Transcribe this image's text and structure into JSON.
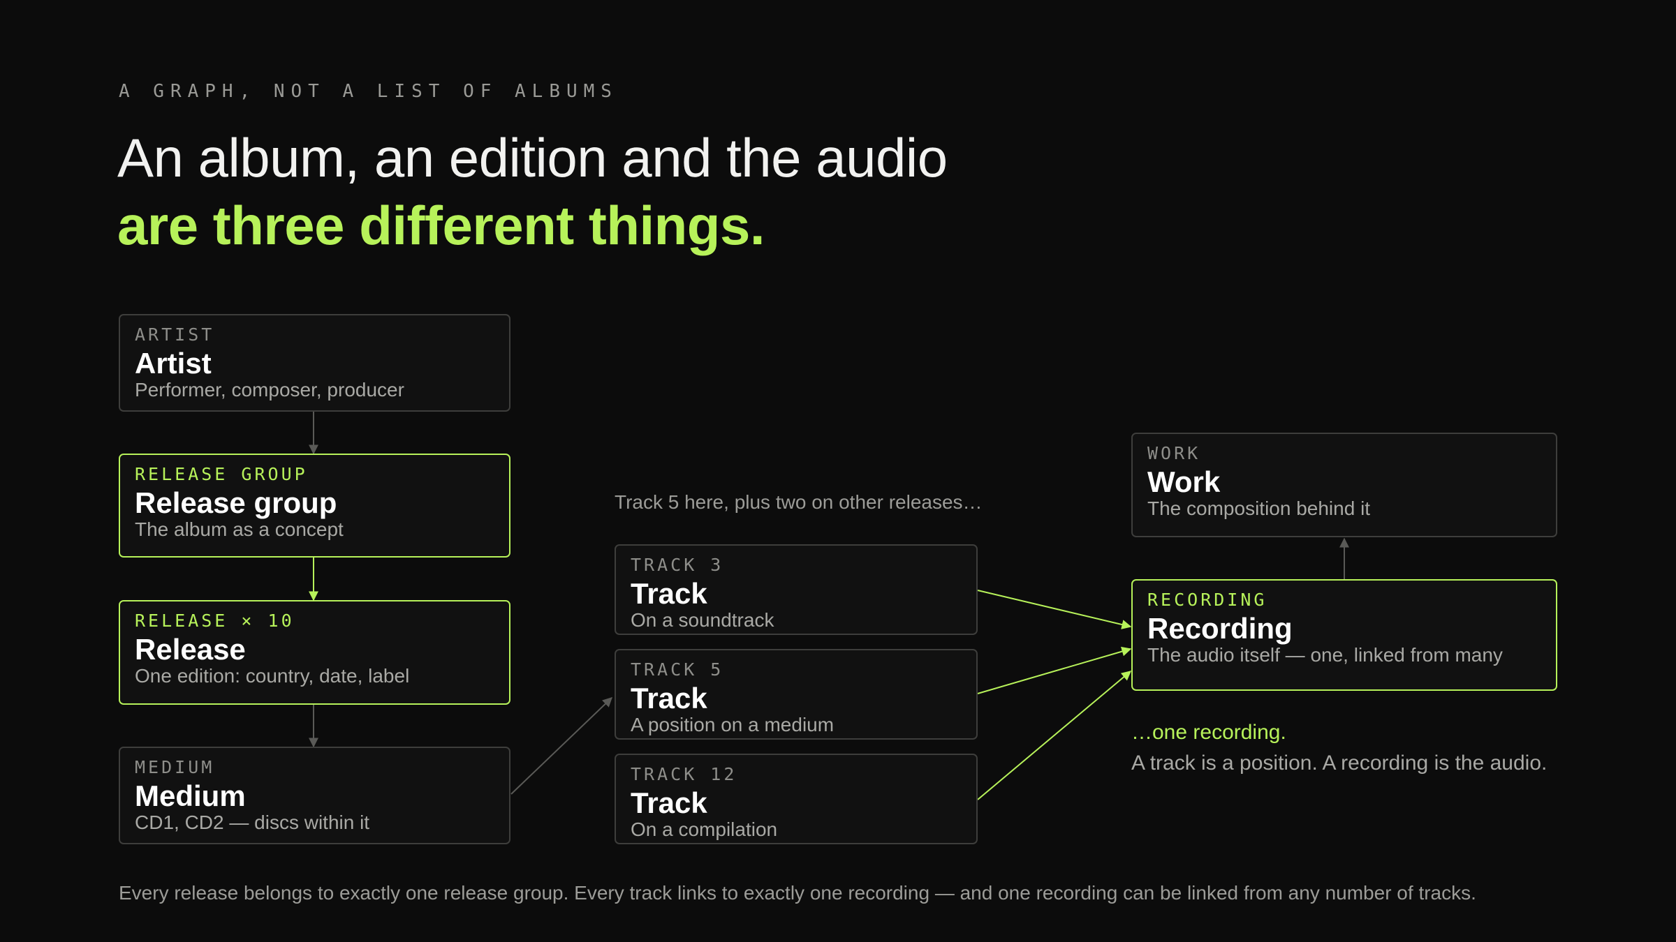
{
  "header": {
    "eyebrow": "A GRAPH, NOT A LIST OF ALBUMS",
    "title_line1": "An album, an edition and the audio",
    "title_line2": "are three different things."
  },
  "nodes": {
    "artist": {
      "kind": "ARTIST",
      "title": "Artist",
      "desc": "Performer, composer, producer"
    },
    "release_group": {
      "kind": "RELEASE GROUP",
      "title": "Release group",
      "desc": "The album as a concept"
    },
    "release": {
      "kind": "RELEASE × 10",
      "title": "Release",
      "desc": "One edition: country, date, label"
    },
    "medium": {
      "kind": "MEDIUM",
      "title": "Medium",
      "desc": "CD1, CD2 — discs within it"
    },
    "track3": {
      "kind": "TRACK 3",
      "title": "Track",
      "desc": "On a soundtrack"
    },
    "track5": {
      "kind": "TRACK 5",
      "title": "Track",
      "desc": "A position on a medium"
    },
    "track12": {
      "kind": "TRACK 12",
      "title": "Track",
      "desc": "On a compilation"
    },
    "work": {
      "kind": "WORK",
      "title": "Work",
      "desc": "The composition behind it"
    },
    "recording": {
      "kind": "RECORDING",
      "title": "Recording",
      "desc": "The audio itself — one, linked from many"
    }
  },
  "notes": {
    "tracks_caption": "Track 5 here, plus two on other releases…",
    "recording_accent": "…one recording.",
    "recording_explain": "A track is a position. A recording is the audio."
  },
  "footer": "Every release belongs to exactly one release group. Every track links to exactly one recording — and one recording can be linked from any number of tracks.",
  "colors": {
    "background": "#0c0c0c",
    "accent": "#b7f25a",
    "border": "#3e3e3c",
    "muted_text": "#9c9c98"
  }
}
